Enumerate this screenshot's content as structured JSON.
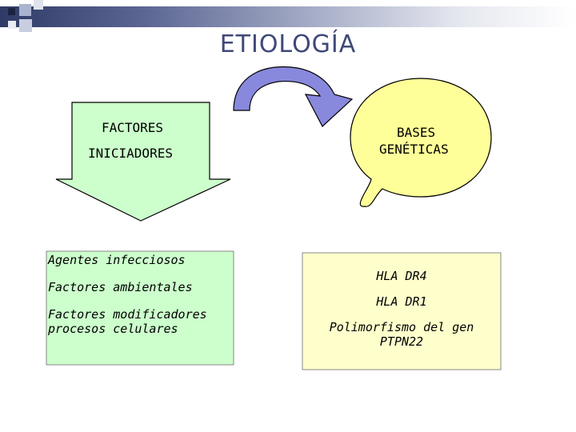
{
  "title": "ETIOLOGÍA",
  "factores": {
    "line1": "FACTORES",
    "line2": "INICIADORES"
  },
  "bases": {
    "line1": "BASES",
    "line2": "GENÉTICAS"
  },
  "left_list": [
    "Agentes infecciosos",
    "Factores ambientales",
    "Factores modificadores",
    "procesos celulares"
  ],
  "right_list": [
    "HLA DR4",
    "HLA DR1",
    "Polimorfismo del gen",
    "PTPN22"
  ],
  "colors": {
    "green_fill": "#ccffcc",
    "yellow_fill": "#ffff99",
    "box_fill": "#ffffcc",
    "arrow_fill": "#8888dd",
    "title": "#3f4978"
  }
}
